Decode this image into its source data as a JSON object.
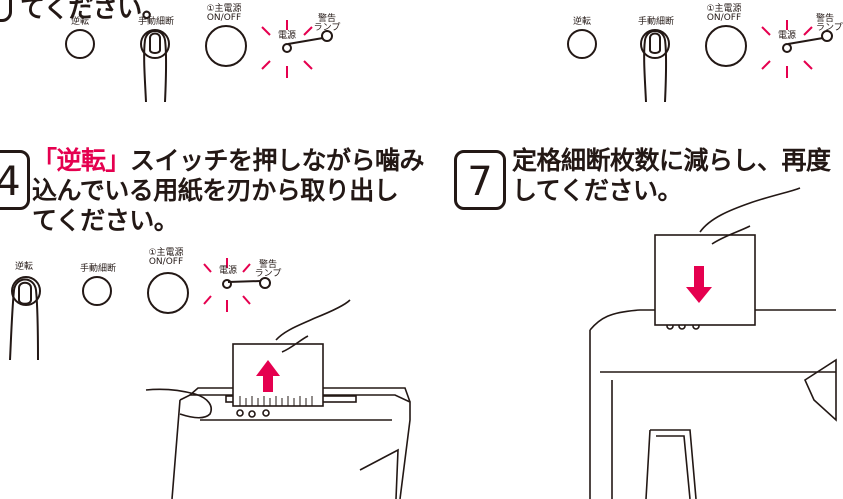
{
  "top_left": {
    "heading_tail": "てください。"
  },
  "controls": {
    "reverse": "逆転",
    "manual": "手動細断",
    "main_power_line1": "①主電源",
    "main_power_line2": "ON/OFF",
    "power_lamp": "電源",
    "warning_line1": "警告",
    "warning_line2": "ランプ"
  },
  "step4": {
    "number": "4",
    "highlight": "「逆転」",
    "line1_rest": "スイッチを押しながら噛み",
    "line2": "込んでいる用紙を刃から取り出し",
    "line3": "てください。"
  },
  "step7": {
    "number": "7",
    "line1": "定格細断枚数に減らし、再度",
    "line2": "してください。"
  },
  "colors": {
    "accent": "#e5004f",
    "ink": "#231815"
  }
}
